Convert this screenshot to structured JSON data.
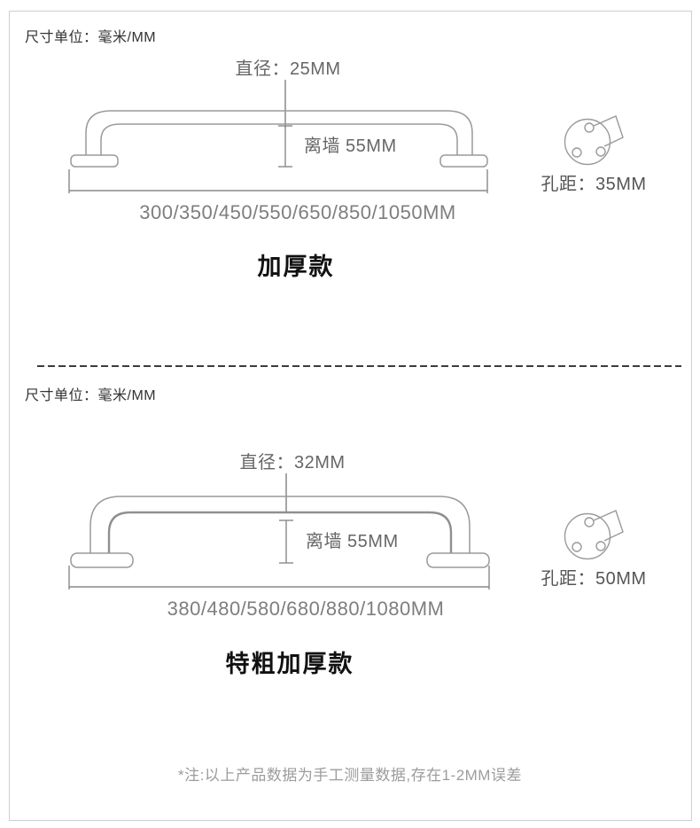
{
  "colors": {
    "frame_border": "#cfcfcf",
    "diagram_line": "#9a9a9a",
    "dimension_text": "#666666",
    "length_text": "#7e7e7e",
    "hole_text": "#555555",
    "title_text": "#111111",
    "note_text": "#9c9c9c",
    "divider_dash": "#3c3c3c"
  },
  "sections": [
    {
      "unit_label": "尺寸单位：毫米/MM",
      "diameter_label": "直径：25MM",
      "wall_distance_label": "离墙 55MM",
      "length_options_label": "300/350/450/550/650/850/1050MM",
      "hole_distance_label": "孔距：35MM",
      "title": "加厚款"
    },
    {
      "unit_label": "尺寸单位：毫米/MM",
      "diameter_label": "直径：32MM",
      "wall_distance_label": "离墙 55MM",
      "length_options_label": "380/480/580/680/880/1080MM",
      "hole_distance_label": "孔距：50MM",
      "title": "特粗加厚款"
    }
  ],
  "footer": {
    "note": "*注:以上产品数据为手工测量数据,存在1-2MM误差"
  }
}
